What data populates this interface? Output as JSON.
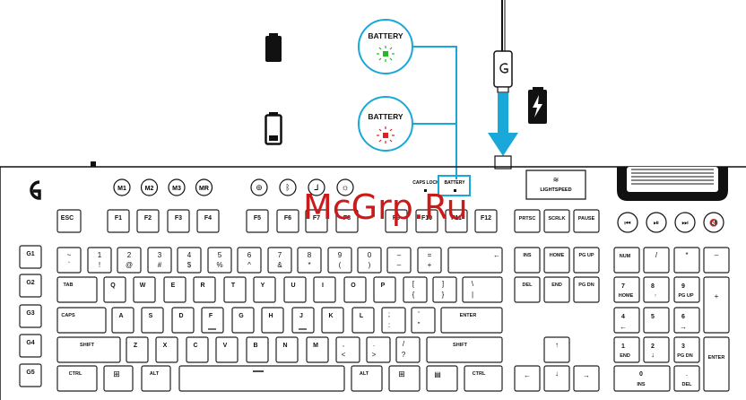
{
  "callouts": {
    "top_label": "BATTERY",
    "bottom_label": "BATTERY"
  },
  "indicator_panel": {
    "caps_lock": "CAPS LOCK",
    "battery": "BATTERY"
  },
  "lightspeed_label": "LIGHTSPEED",
  "watermark": "McGrp.Ru",
  "macro_keys": [
    "M1",
    "M2",
    "M3",
    "MR"
  ],
  "g_keys": [
    "G1",
    "G2",
    "G3",
    "G4",
    "G5"
  ],
  "function_row": [
    "ESC",
    "F1",
    "F2",
    "F3",
    "F4",
    "F5",
    "F6",
    "F7",
    "F8",
    "F9",
    "F10",
    "F11",
    "F12"
  ],
  "nav_top": [
    "PRTSC",
    "SCRLK",
    "PAUSE"
  ],
  "number_row": [
    {
      "top": "~",
      "bottom": "`"
    },
    {
      "top": "1",
      "bottom": "!"
    },
    {
      "top": "2",
      "bottom": "@"
    },
    {
      "top": "3",
      "bottom": "#"
    },
    {
      "top": "4",
      "bottom": "$"
    },
    {
      "top": "5",
      "bottom": "%"
    },
    {
      "top": "6",
      "bottom": "^"
    },
    {
      "top": "7",
      "bottom": "&"
    },
    {
      "top": "8",
      "bottom": "*"
    },
    {
      "top": "9",
      "bottom": "("
    },
    {
      "top": "0",
      "bottom": ")"
    },
    {
      "top": "–",
      "bottom": "–"
    },
    {
      "top": "=",
      "bottom": "+"
    }
  ],
  "backspace_symbol": "←",
  "qwerty_row": [
    "TAB",
    "Q",
    "W",
    "E",
    "R",
    "T",
    "Y",
    "U",
    "I",
    "O",
    "P"
  ],
  "bracket_keys": [
    {
      "top": "[",
      "bottom": "{"
    },
    {
      "top": "]",
      "bottom": "}"
    },
    {
      "top": "\\",
      "bottom": "|"
    }
  ],
  "home_row": [
    "CAPS",
    "A",
    "S",
    "D",
    "F",
    "G",
    "H",
    "J",
    "K",
    "L"
  ],
  "home_punct": [
    {
      "top": ";",
      "bottom": ":"
    },
    {
      "top": "'",
      "bottom": "\""
    }
  ],
  "enter_label": "ENTER",
  "shift_row": [
    "SHIFT",
    "Z",
    "X",
    "C",
    "V",
    "B",
    "N",
    "M"
  ],
  "shift_punct": [
    {
      "top": ",",
      "bottom": "<"
    },
    {
      "top": ".",
      "bottom": ">"
    },
    {
      "top": "/",
      "bottom": "?"
    }
  ],
  "right_shift_label": "SHIFT",
  "bottom_row": {
    "ctrl": "CTRL",
    "alt": "ALT",
    "alt_right": "ALT",
    "ctrl_right": "CTRL"
  },
  "nav_cluster": [
    "INS",
    "HOME",
    "PG UP",
    "DEL",
    "END",
    "PG DN"
  ],
  "arrows": {
    "up": "↑",
    "left": "←",
    "down": "↓",
    "right": "→"
  },
  "numpad": {
    "row1": [
      "NUM",
      "/",
      "*",
      "–"
    ],
    "row2": [
      {
        "n": "7",
        "s": "HOME"
      },
      {
        "n": "8",
        "s": "↑"
      },
      {
        "n": "9",
        "s": "PG UP"
      }
    ],
    "plus": "+",
    "row3": [
      {
        "n": "4",
        "s": "←"
      },
      {
        "n": "5",
        "s": ""
      },
      {
        "n": "6",
        "s": "→"
      }
    ],
    "row4": [
      {
        "n": "1",
        "s": "END"
      },
      {
        "n": "2",
        "s": "↓"
      },
      {
        "n": "3",
        "s": "PG DN"
      }
    ],
    "enter": "ENTER",
    "zero": {
      "n": "0",
      "s": "INS"
    },
    "dot": {
      "n": ".",
      "s": "DEL"
    }
  },
  "colors": {
    "callout_ring": "#1aa8d8",
    "battery_green": "#22bb22",
    "battery_red": "#dd2222",
    "watermark": "#cc1a1a"
  }
}
